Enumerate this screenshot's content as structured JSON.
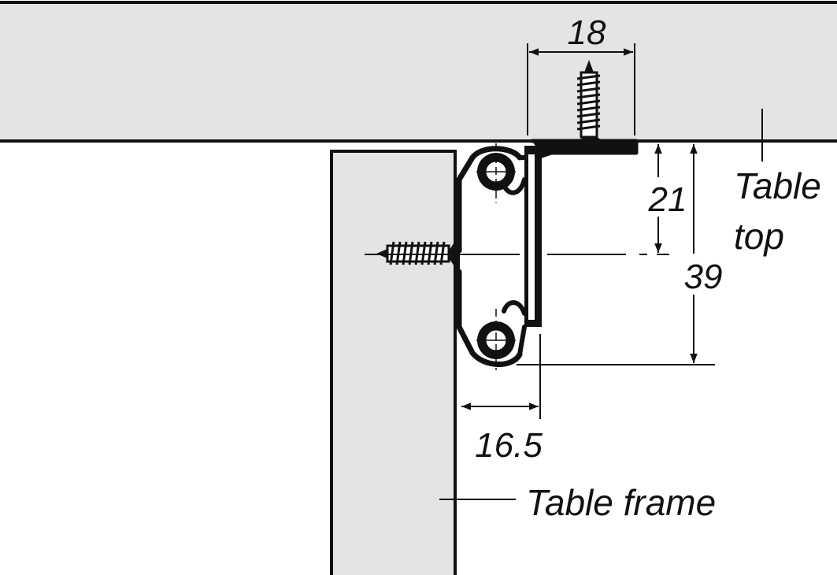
{
  "labels": {
    "table_top_line1": "Table",
    "table_top_line2": "top",
    "table_frame": "Table frame"
  },
  "dimensions": {
    "width_top": "18",
    "height_upper": "21",
    "height_total": "39",
    "depth": "16.5"
  },
  "colors": {
    "panel_fill": "#e3e4e6",
    "line": "#111111",
    "background": "#ffffff"
  }
}
